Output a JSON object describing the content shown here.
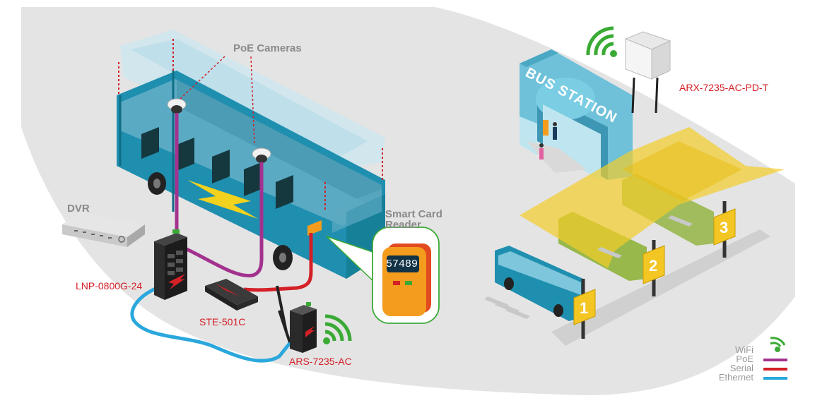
{
  "labels": {
    "poe_cameras": "PoE Cameras",
    "dvr": "DVR",
    "smart_card_reader_line1": "Smart Card",
    "smart_card_reader_line2": "Reader",
    "lnp": "LNP-0800G-24",
    "ste": "STE-501C",
    "ars": "ARS-7235-AC",
    "arx": "ARX-7235-AC-PD-T",
    "bus_station": "BUS STATION",
    "card_number": "57489",
    "platforms": [
      "1",
      "2",
      "3"
    ]
  },
  "legend": [
    {
      "name": "WiFi",
      "color": "#3aaa35",
      "icon": "wifi-icon"
    },
    {
      "name": "PoE",
      "color": "#a3328f"
    },
    {
      "name": "Serial",
      "color": "#d42027"
    },
    {
      "name": "Ethernet",
      "color": "#2aa7dc"
    }
  ],
  "colors": {
    "poe": "#a3328f",
    "serial": "#d42027",
    "ethernet": "#2aa7dc",
    "wifi": "#3aaa35",
    "bus": "#1f8fb0",
    "canopy": "#f3cd2a",
    "background": "#e4e4e4"
  }
}
